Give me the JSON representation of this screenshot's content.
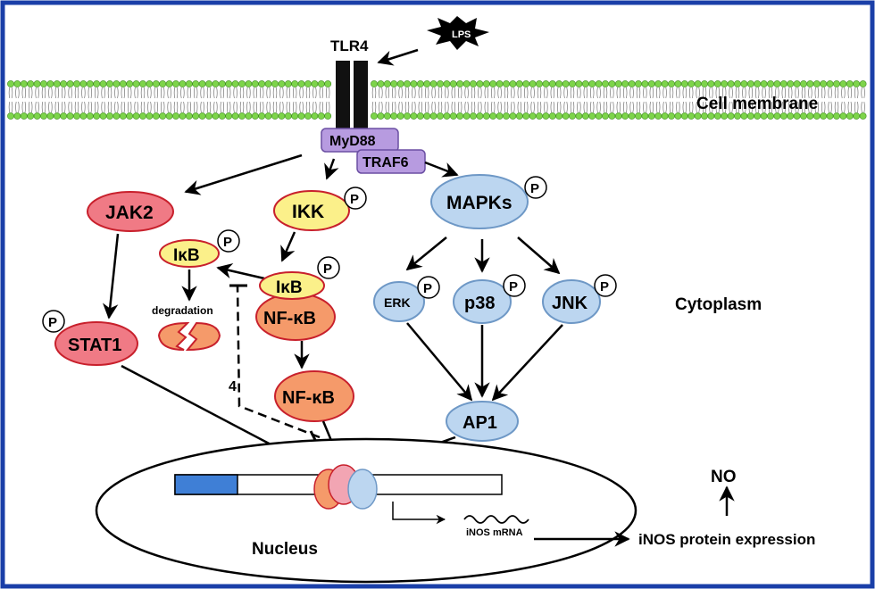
{
  "frame_color": "#1a3fa8",
  "colors": {
    "red_node": "#f07a85",
    "red_node_stroke": "#c8202c",
    "yellow_node": "#fbf08a",
    "orange_node": "#f59a6a",
    "blue_node": "#bcd6f0",
    "blue_node_stroke": "#6e98c6",
    "purple_box": "#b79be0",
    "membrane_green": "#7dd44a",
    "promoter_blue": "#3f7fd6"
  },
  "labels": {
    "lps": "LPS",
    "tlr4": "TLR4",
    "cell_membrane": "Cell membrane",
    "myd88": "MyD88",
    "traf6": "TRAF6",
    "jak2": "JAK2",
    "ikk": "IKK",
    "mapks": "MAPKs",
    "ikb_free": "IκB",
    "ikb_bound": "IκB",
    "nfkb_bound": "NF-κB",
    "nfkb_free": "NF-κB",
    "degradation": "degradation",
    "stat1": "STAT1",
    "erk": "ERK",
    "p38": "p38",
    "jnk": "JNK",
    "ap1": "AP1",
    "cytoplasm": "Cytoplasm",
    "inhibitor_num": "4",
    "no": "NO",
    "inos_mrna": "iNOS mRNA",
    "inos_protein": "iNOS protein expression",
    "nucleus": "Nucleus",
    "phospho": "P"
  }
}
